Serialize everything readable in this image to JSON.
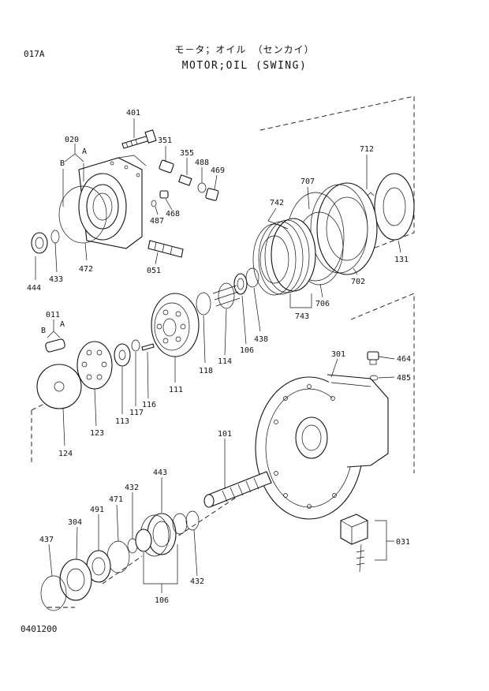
{
  "header": {
    "page_code": "017A",
    "title_jp": "モ－タ；オイル （センカイ）",
    "title_en": "MOTOR;OIL (SWING)"
  },
  "footer": {
    "code": "0401200"
  },
  "callouts": {
    "p401": "401",
    "p020": "020",
    "pA1": "A",
    "pB1": "B",
    "p351": "351",
    "p355": "355",
    "p488": "488",
    "p469": "469",
    "p487": "487",
    "p468": "468",
    "p051": "051",
    "p472": "472",
    "p433": "433",
    "p444": "444",
    "p712": "712",
    "p707": "707",
    "p742": "742",
    "p131": "131",
    "p702": "702",
    "p706": "706",
    "p743": "743",
    "p438": "438",
    "p106a": "106",
    "p114": "114",
    "p118": "118",
    "p111": "111",
    "p116": "116",
    "p117": "117",
    "p113": "113",
    "p123": "123",
    "p124": "124",
    "p011": "011",
    "pB2": "B",
    "pA2": "A",
    "p301": "301",
    "p464": "464",
    "p485": "485",
    "p101": "101",
    "p031": "031",
    "p443": "443",
    "p432a": "432",
    "p471": "471",
    "p491": "491",
    "p304": "304",
    "p437": "437",
    "p432b": "432",
    "p106b": "106"
  }
}
